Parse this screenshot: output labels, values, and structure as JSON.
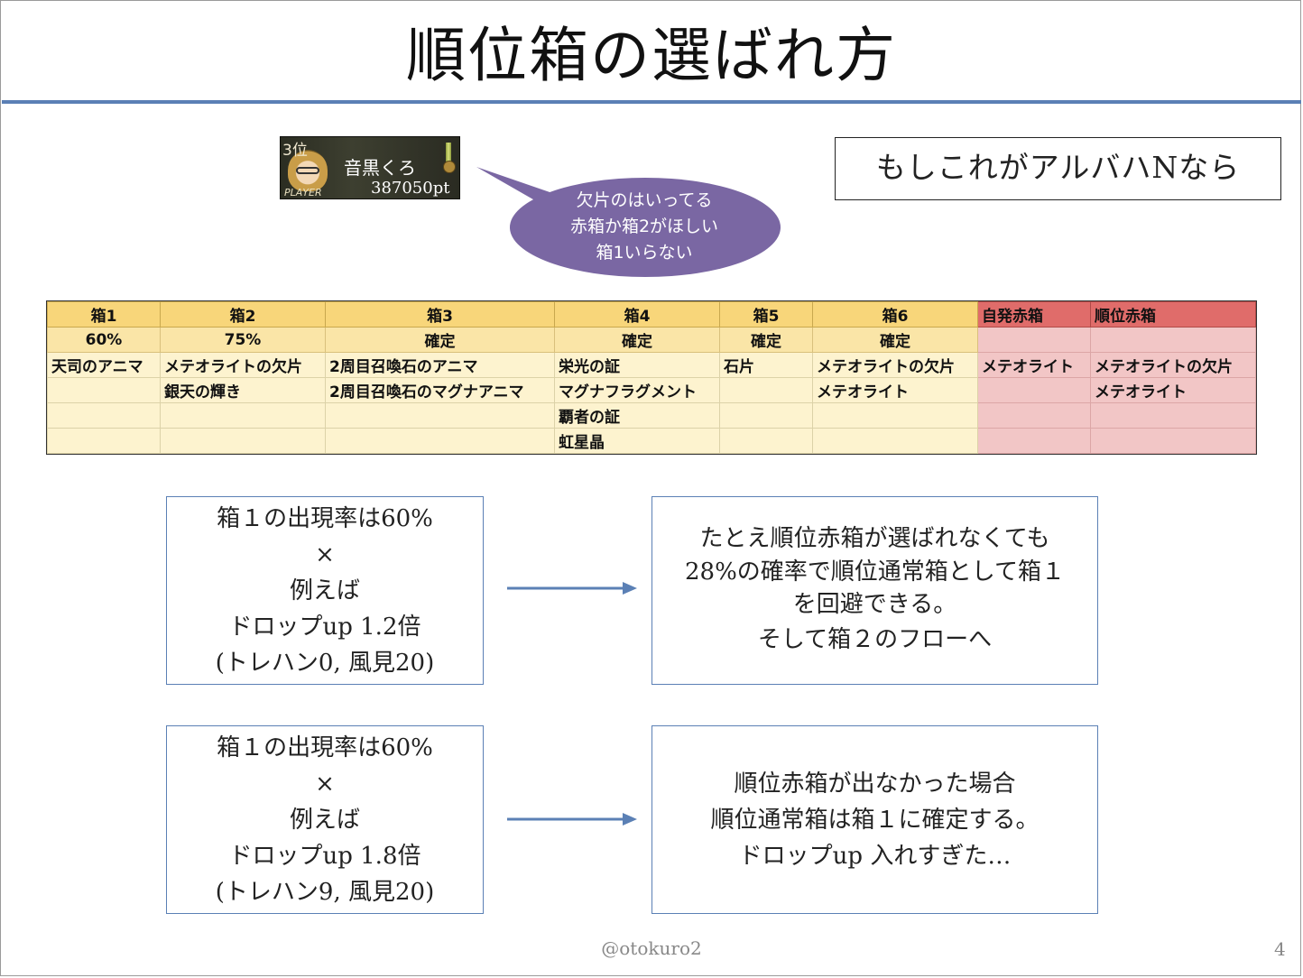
{
  "slide": {
    "title": "順位箱の選ばれ方",
    "footer": "@otokuro2",
    "page_number": "4"
  },
  "player_card": {
    "rank": "3位",
    "name": "音黒くろ",
    "points": "387050pt",
    "tag": "PLAYER"
  },
  "bubble": {
    "lines": [
      "欠片のはいってる",
      "赤箱か箱2がほしい",
      "箱1いらない"
    ],
    "fill": "#7a67a3"
  },
  "note": "もしこれがアルバハNなら",
  "table": {
    "headers": [
      "箱1",
      "箱2",
      "箱3",
      "箱4",
      "箱5",
      "箱6",
      "自発赤箱",
      "順位赤箱"
    ],
    "rates": [
      "60%",
      "75%",
      "確定",
      "確定",
      "確定",
      "確定",
      "",
      ""
    ],
    "items": [
      [
        "天司のアニマ",
        "メテオライトの欠片",
        "2周目召喚石のアニマ",
        "栄光の証",
        "石片",
        "メテオライトの欠片",
        "メテオライト",
        "メテオライトの欠片"
      ],
      [
        "",
        "銀天の輝き",
        "2周目召喚石のマグナアニマ",
        "マグナフラグメント",
        "",
        "メテオライト",
        "",
        "メテオライト"
      ],
      [
        "",
        "",
        "",
        "覇者の証",
        "",
        "",
        "",
        ""
      ],
      [
        "",
        "",
        "",
        "虹星晶",
        "",
        "",
        "",
        ""
      ]
    ],
    "colors": {
      "header": "#f8d67a",
      "rate": "#fae5a7",
      "item": "#fdf3cf",
      "red_header": "#e06c6a",
      "red_body": "#f2c6c6"
    }
  },
  "flows": [
    {
      "left_lines": [
        "箱１の出現率は60%",
        "×",
        "例えば",
        "ドロップup 1.2倍",
        "(トレハン0, 風見20)"
      ],
      "right_lines": [
        "たとえ順位赤箱が選ばれなくても",
        "28%の確率で順位通常箱として箱１",
        "を回避できる。",
        "そして箱２のフローへ"
      ]
    },
    {
      "left_lines": [
        "箱１の出現率は60%",
        "×",
        "例えば",
        "ドロップup 1.8倍",
        "(トレハン9, 風見20)"
      ],
      "right_lines": [
        "順位赤箱が出なかった場合",
        "順位通常箱は箱１に確定する。",
        "ドロップup 入れすぎた…"
      ]
    }
  ],
  "accent": "#5b80b5"
}
